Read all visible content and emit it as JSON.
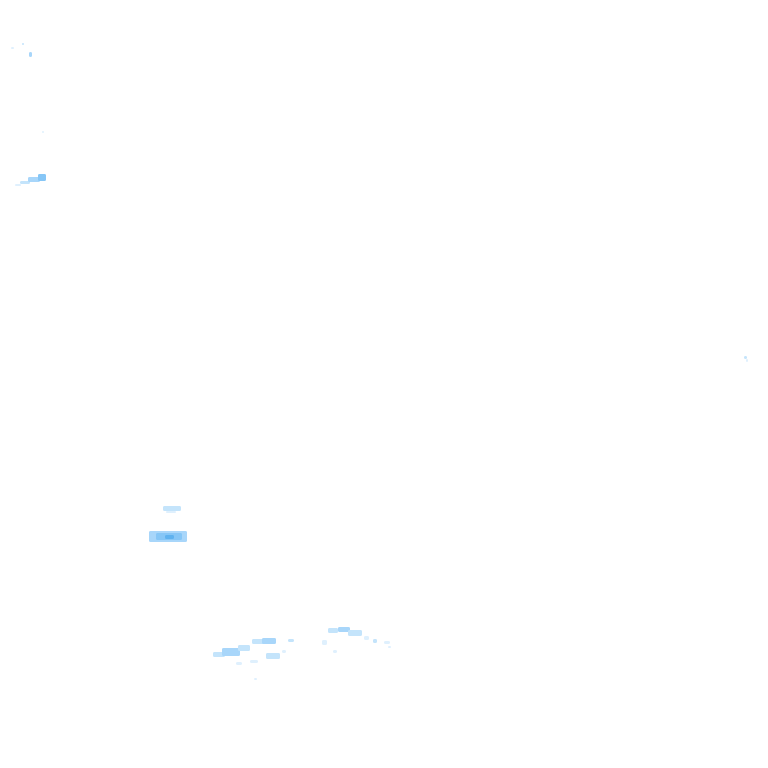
{
  "map": {
    "background": "#ffffff",
    "palette": {
      "faint": "#dff0fd",
      "light": "#c4e4fb",
      "medium": "#a8d6fa",
      "strong": "#86c6f6",
      "core": "#5fb2ef"
    },
    "echo_intensity_levels": [
      "faint",
      "light",
      "medium",
      "strong",
      "core"
    ]
  }
}
